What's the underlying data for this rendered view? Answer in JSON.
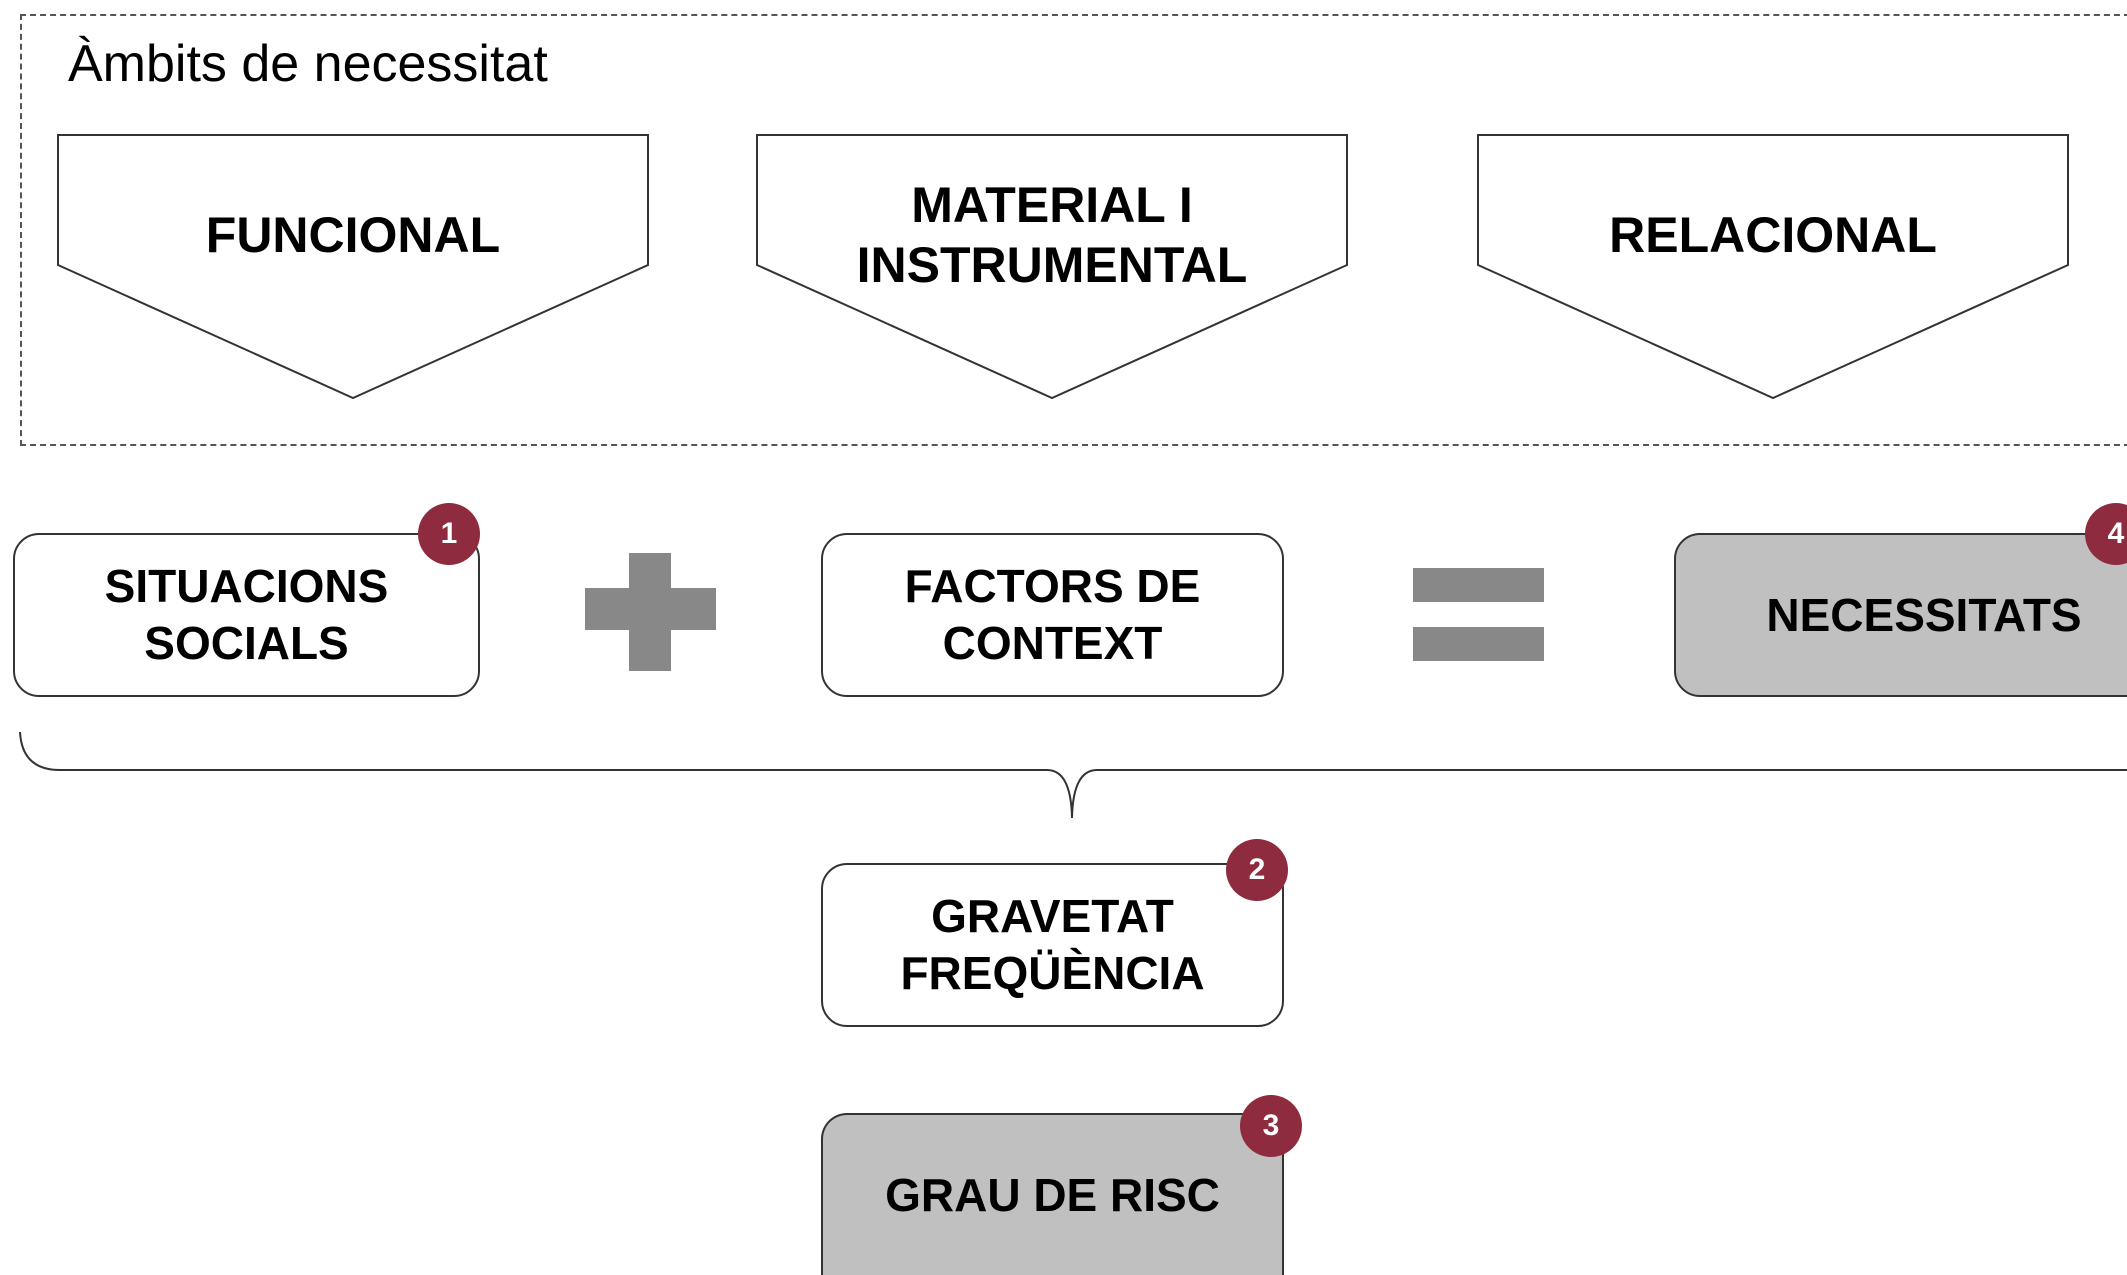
{
  "group": {
    "title": "Àmbits de necessitat",
    "areas": [
      {
        "label": "FUNCIONAL"
      },
      {
        "label": "MATERIAL  I\nINSTRUMENTAL"
      },
      {
        "label": "RELACIONAL"
      }
    ]
  },
  "equation": {
    "terms": [
      {
        "label": "SITUACIONS\nSOCIALS",
        "badge": "1"
      },
      {
        "label": "FACTORS DE\nCONTEXT"
      },
      {
        "label": "NECESSITATS",
        "badge": "4"
      }
    ],
    "operators": [
      "plus",
      "equals"
    ]
  },
  "assessment": {
    "criteria": {
      "label": "GRAVETAT\nFREQÜÈNCIA",
      "badge": "2"
    },
    "result": {
      "label": "GRAU DE RISC",
      "badge": "3"
    }
  },
  "colors": {
    "badge": "#8e2b3e",
    "shaded_box": "#c0c0c0",
    "operator": "#888888"
  }
}
